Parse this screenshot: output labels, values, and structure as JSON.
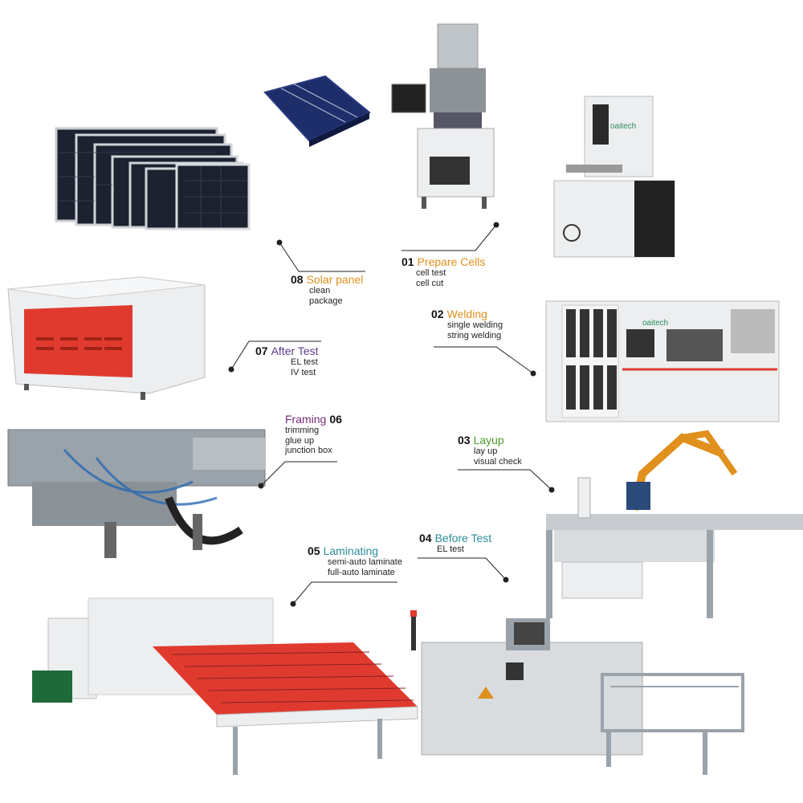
{
  "colors": {
    "orange": "#E0901C",
    "teal": "#2A8C9A",
    "purple": "#7A2A7A",
    "green": "#4A9A2A",
    "purple_blue": "#5A3A8A",
    "red_panel": "#E03A2E",
    "panel_dark": "#1C2230",
    "cell_blue": "#1E2E6A",
    "machine_white": "#ECEEF0",
    "machine_gray": "#9AA2AA"
  },
  "steps": [
    {
      "num": "01",
      "title": "Prepare Cells",
      "subs": [
        "cell test",
        "cell cut"
      ],
      "color": "#E0901C"
    },
    {
      "num": "02",
      "title": "Welding",
      "subs": [
        "single welding",
        "string welding"
      ],
      "color": "#E0901C"
    },
    {
      "num": "03",
      "title": "Layup",
      "subs": [
        "lay up",
        "visual check"
      ],
      "color": "#4A9A2A"
    },
    {
      "num": "04",
      "title": "Before Test",
      "subs": [
        "EL test"
      ],
      "color": "#2A8C9A"
    },
    {
      "num": "05",
      "title": "Laminating",
      "subs": [
        "semi-auto laminate",
        "full-auto laminate"
      ],
      "color": "#2A8C9A"
    },
    {
      "num": "06",
      "title": "Framing",
      "subs": [
        "trimming",
        "glue up",
        "junction box"
      ],
      "color": "#7A2A7A"
    },
    {
      "num": "07",
      "title": "After Test",
      "subs": [
        "EL test",
        "IV test"
      ],
      "color": "#5A3A8A"
    },
    {
      "num": "08",
      "title": "Solar panel",
      "subs": [
        "clean",
        "package"
      ],
      "color": "#E0901C"
    }
  ],
  "brands": {
    "oaitech": "oaitech"
  }
}
